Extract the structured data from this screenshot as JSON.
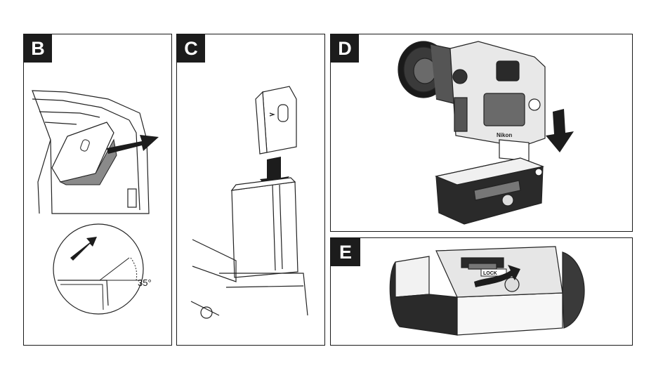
{
  "panels": {
    "b": {
      "letter": "B",
      "angle_label": "35°"
    },
    "c": {
      "letter": "C"
    },
    "d": {
      "letter": "D",
      "brand_text": "Nikon"
    },
    "e": {
      "letter": "E",
      "lock_text": "LOCK"
    }
  },
  "colors": {
    "badge": "#1c1c1c",
    "frame": "#1a1a1a",
    "line": "#222222",
    "fill_grey": "#8a8a8a",
    "fill_light": "#d9d9d9"
  }
}
